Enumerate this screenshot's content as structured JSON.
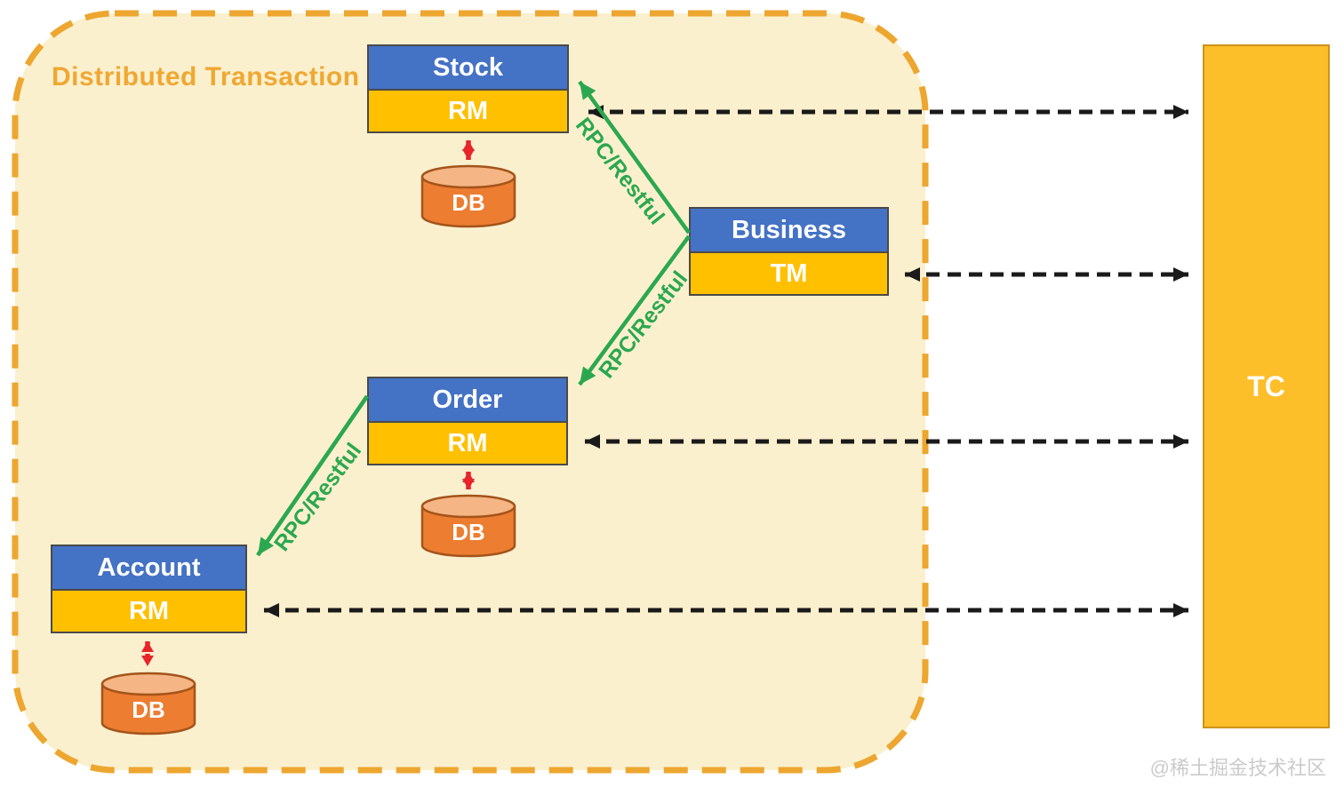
{
  "title": "Distributed Transaction",
  "watermark": "@稀土掘金技术社区",
  "nodes": {
    "stock": {
      "name": "Stock",
      "role": "RM",
      "db": "DB"
    },
    "business": {
      "name": "Business",
      "role": "TM"
    },
    "order": {
      "name": "Order",
      "role": "RM",
      "db": "DB"
    },
    "account": {
      "name": "Account",
      "role": "RM",
      "db": "DB"
    },
    "tc": {
      "name": "TC"
    }
  },
  "edges": {
    "rpc_label": "RPC/Restful"
  },
  "colors": {
    "region_fill": "#FBF0CE",
    "region_border": "#EDA62F",
    "title_text": "#EFA832",
    "node_header_blue": "#4472C4",
    "node_role_yellow": "#FFC000",
    "tc_fill": "#FCBE29",
    "db_body_orange": "#ED7D31",
    "db_top_orange": "#F5B584",
    "rpc_green": "#2BA84F",
    "db_link_red": "#E8242A",
    "tc_link_black": "#1A1A1A",
    "watermark_gray": "#CBCBCB"
  }
}
